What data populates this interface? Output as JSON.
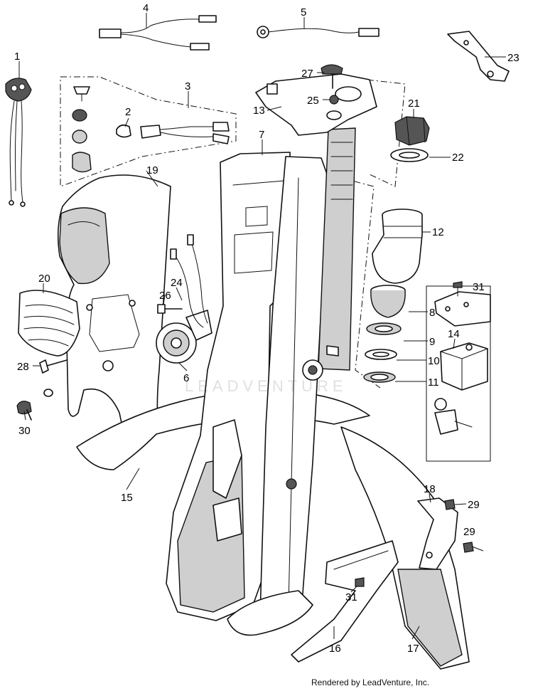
{
  "diagram": {
    "callouts": [
      {
        "id": "c1",
        "label": "1"
      },
      {
        "id": "c2",
        "label": "2"
      },
      {
        "id": "c3",
        "label": "3"
      },
      {
        "id": "c4",
        "label": "4"
      },
      {
        "id": "c5",
        "label": "5"
      },
      {
        "id": "c6",
        "label": "6"
      },
      {
        "id": "c7",
        "label": "7"
      },
      {
        "id": "c8",
        "label": "8"
      },
      {
        "id": "c9",
        "label": "9"
      },
      {
        "id": "c10",
        "label": "10"
      },
      {
        "id": "c11",
        "label": "11"
      },
      {
        "id": "c12",
        "label": "12"
      },
      {
        "id": "c13",
        "label": "13"
      },
      {
        "id": "c14",
        "label": "14"
      },
      {
        "id": "c15",
        "label": "15"
      },
      {
        "id": "c16",
        "label": "16"
      },
      {
        "id": "c17",
        "label": "17"
      },
      {
        "id": "c18",
        "label": "18"
      },
      {
        "id": "c19",
        "label": "19"
      },
      {
        "id": "c20",
        "label": "20"
      },
      {
        "id": "c21",
        "label": "21"
      },
      {
        "id": "c22",
        "label": "22"
      },
      {
        "id": "c23",
        "label": "23"
      },
      {
        "id": "c24",
        "label": "24"
      },
      {
        "id": "c25",
        "label": "25"
      },
      {
        "id": "c26",
        "label": "26"
      },
      {
        "id": "c27",
        "label": "27"
      },
      {
        "id": "c28",
        "label": "28"
      },
      {
        "id": "c29a",
        "label": "29"
      },
      {
        "id": "c29b",
        "label": "29"
      },
      {
        "id": "c30",
        "label": "30"
      },
      {
        "id": "c31a",
        "label": "31"
      },
      {
        "id": "c31b",
        "label": "31"
      }
    ]
  },
  "watermark": {
    "text": "LEADVENTURE"
  },
  "footer": {
    "credit": "Rendered by LeadVenture, Inc."
  }
}
